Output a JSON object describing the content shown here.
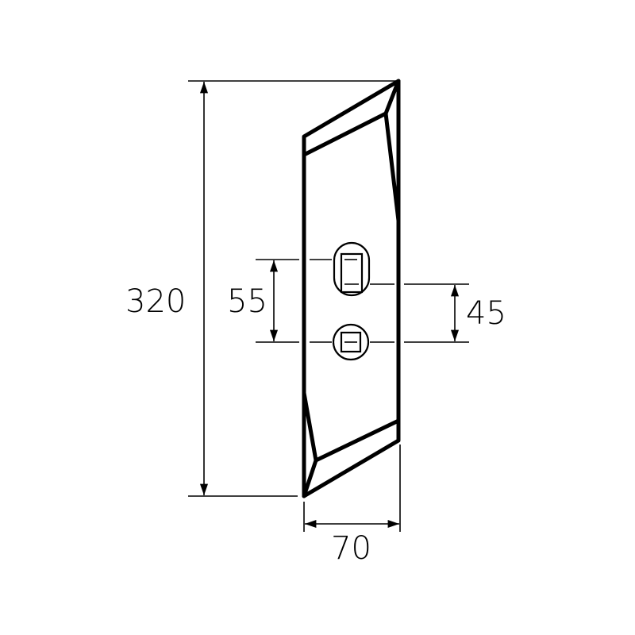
{
  "drawing": {
    "type": "technical-drawing",
    "subject": "plough share / blade plate with two mounting holes",
    "colors": {
      "line": "#000000",
      "background": "#ffffff"
    },
    "dimensions": {
      "height": {
        "value": "320",
        "orientation": "vertical"
      },
      "width": {
        "value": "70",
        "orientation": "horizontal"
      },
      "hole_spacing_left": {
        "value": "55",
        "orientation": "vertical"
      },
      "hole_spacing_right": {
        "value": "45",
        "orientation": "vertical"
      }
    },
    "features": [
      {
        "name": "slot-hole",
        "shape": "oblong with rectangular inner cut"
      },
      {
        "name": "round-hole",
        "shape": "circle with square inner cut"
      }
    ]
  }
}
